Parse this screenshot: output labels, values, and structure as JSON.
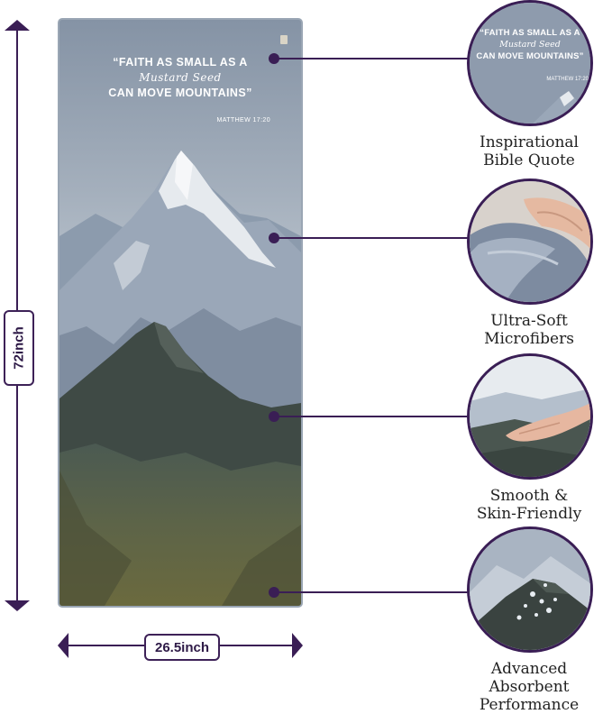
{
  "towel": {
    "quote_line1": "“FAITH AS SMALL AS A",
    "quote_line2": "Mustard Seed",
    "quote_line3": "CAN MOVE MOUNTAINS”",
    "quote_reference": "MATTHEW 17:20"
  },
  "dimensions": {
    "height_label": "72inch",
    "width_label": "26.5inch"
  },
  "features": [
    {
      "caption_line1": "Inspirational",
      "caption_line2": "Bible Quote"
    },
    {
      "caption_line1": "Ultra-Soft",
      "caption_line2": "Microfibers"
    },
    {
      "caption_line1": "Smooth &",
      "caption_line2": "Skin-Friendly"
    },
    {
      "caption_line1": "Advanced Absorbent",
      "caption_line2": "Performance"
    }
  ],
  "colors": {
    "accent": "#3a1e55",
    "sky": "#8f9cac",
    "snow": "#e6eaee",
    "mountain_dark": "#3f4a45",
    "meadow": "#6b6a3e"
  }
}
